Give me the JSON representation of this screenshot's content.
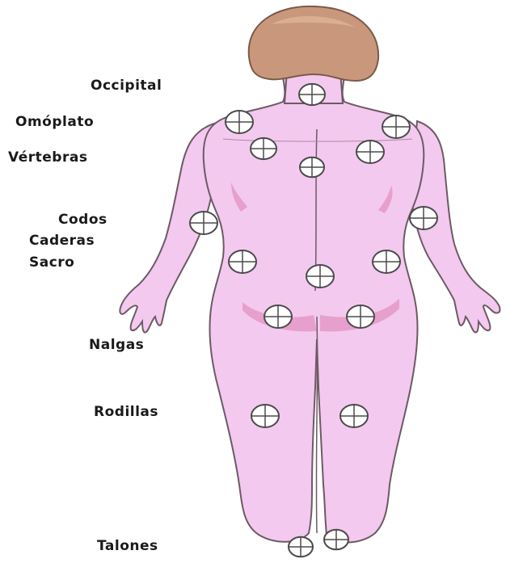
{
  "labels": {
    "occipital": "Occipital",
    "omoplato": "Omóplato",
    "vertebras": "Vértebras",
    "codos": "Codos",
    "caderas": "Caderas",
    "sacro": "Sacro",
    "nalgas": "Nalgas",
    "rodillas": "Rodillas",
    "talones": "Talones"
  },
  "colors": {
    "skin": "#f3c9ef",
    "skin_stroke": "#6d5a66",
    "shadow": "#e79fce",
    "hair": "#c9987c",
    "hair_light": "#d9ae92",
    "marker_fill": "#ffffff",
    "marker_stroke": "#4b4b4b"
  },
  "markers": [
    "occipital",
    "omoplato-left",
    "omoplato-right",
    "vertebra-upper",
    "scapula-left",
    "scapula-right",
    "vertebra-lower",
    "codo-left",
    "codo-right",
    "cadera-left",
    "sacro",
    "cadera-right",
    "nalga-left",
    "nalga-right",
    "rodilla-left",
    "rodilla-right",
    "talon-left",
    "talon-right"
  ]
}
